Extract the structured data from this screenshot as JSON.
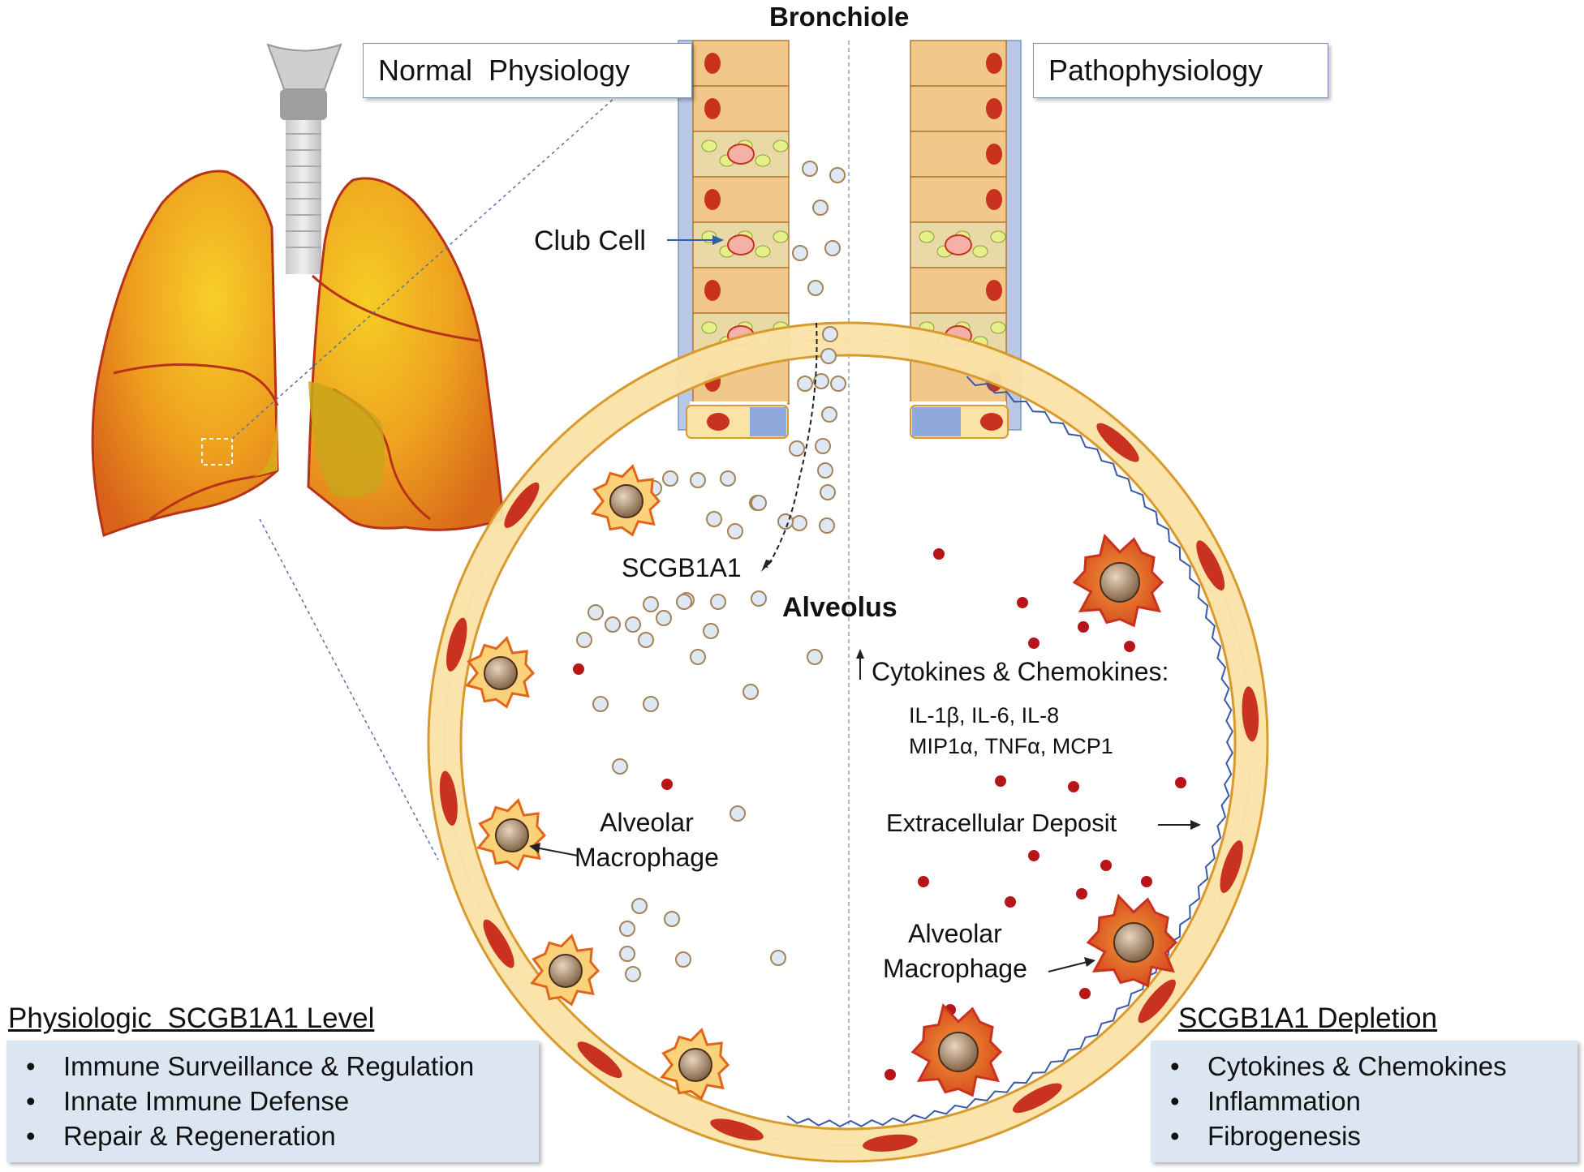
{
  "labels": {
    "bronchiole": "Bronchiole",
    "normal_physiology": "Normal  Physiology",
    "pathophysiology": "Pathophysiology",
    "club_cell": "Club Cell",
    "scgb1a1": "SCGB1A1",
    "alveolus": "Alveolus",
    "cytokines_heading": "Cytokines & Chemokines:",
    "cytokines_line1": "IL-1β, IL-6, IL-8",
    "cytokines_line2": "MIP1α, TNFα, MCP1",
    "extracellular_deposit": "Extracellular Deposit",
    "alveolar_macrophage_left": [
      "Alveolar",
      "Macrophage"
    ],
    "alveolar_macrophage_right": [
      "Alveolar",
      "Macrophage"
    ]
  },
  "left_panel": {
    "title": "Physiologic  SCGB1A1 Level",
    "items": [
      "Immune Surveillance & Regulation",
      "Innate Immune Defense",
      "Repair & Regeneration"
    ]
  },
  "right_panel": {
    "title": "SCGB1A1 Depletion",
    "items": [
      "Cytokines & Chemokines",
      "Inflammation",
      "Fibrogenesis"
    ]
  },
  "colors": {
    "lung_orange": "#e98a1c",
    "lung_yellow": "#f2c21f",
    "wall_fill": "#fbe3a6",
    "wall_stroke": "#d89a2c",
    "nucleus_red": "#c8321e",
    "protein_fill": "#dfe8f4",
    "protein_stroke": "#a5835a",
    "cytokine_dot": "#b8151a",
    "panel_bg": "#dce6f2",
    "box_border": "#7a93b4"
  }
}
